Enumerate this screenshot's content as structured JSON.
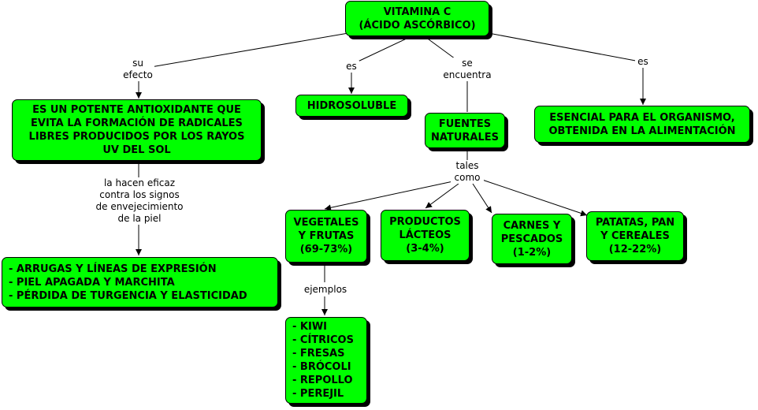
{
  "nodes": {
    "root": "VITAMINA C\n(ÁCIDO ASCÓRBICO)",
    "antioxidant": "ES UN POTENTE ANTIOXIDANTE QUE\nEVITA LA FORMACIÓN DE RADICALES\nLIBRES PRODUCIDOS POR LOS RAYOS\nUV DEL SOL",
    "hidrosoluble": "HIDROSOLUBLE",
    "fuentes": "FUENTES\nNATURALES",
    "esencial": "ESENCIAL PARA EL ORGANISMO,\nOBTENIDA EN LA ALIMENTACIÓN",
    "effects": "- ARRUGAS Y LÍNEAS DE EXPRESIÓN\n- PIEL APAGADA Y MARCHITA\n- PÉRDIDA DE TURGENCIA Y ELASTICIDAD",
    "vegetales": "VEGETALES\nY FRUTAS\n(69-73%)",
    "lacteos": "PRODUCTOS\nLÁCTEOS\n(3-4%)",
    "carnes": "CARNES Y\nPESCADOS\n(1-2%)",
    "patatas": "PATATAS, PAN\nY CEREALES\n(12-22%)",
    "ejemplos": "- KIWI\n- CÍTRICOS\n- FRESAS\n- BRÓCOLI\n- REPOLLO\n- PEREJIL"
  },
  "labels": {
    "su_efecto": "su\nefecto",
    "es_1": "es",
    "se_encuentra": "se\nencuentra",
    "es_2": "es",
    "hacen_eficaz": "la hacen eficaz\ncontra los signos\nde envejecimiento\nde la piel",
    "tales_como": "tales\ncomo",
    "ejemplos": "ejemplos"
  }
}
